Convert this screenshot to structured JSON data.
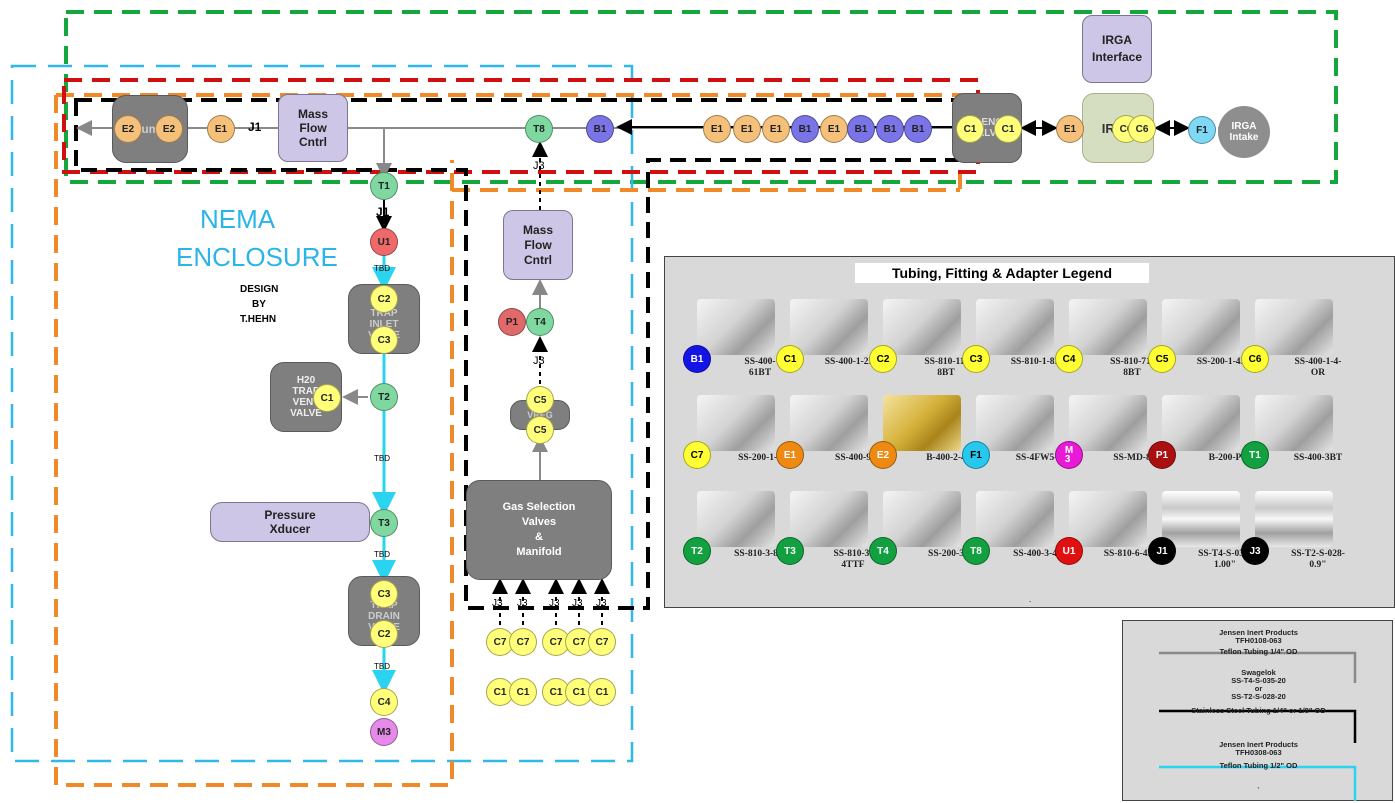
{
  "enclosure": {
    "title_1": "NEMA",
    "title_2": "ENCLOSURE",
    "design_1": "DESIGN",
    "design_2": "BY",
    "design_3": "T.HEHN"
  },
  "boxes": {
    "pump": "Pump",
    "mass_flow_top": "Mass\nFlow\nCntrl",
    "solenoid": "SOLENOID\nVALVE",
    "irga_interface": "IRGA\nInterface",
    "irga": "IRGA",
    "irga_intake": "IRGA\nIntake",
    "h2o_trap_inlet": "H2O\nTRAP\nINLET\nVALVE",
    "h2o_trap_vent": "H20\nTRAP\nVENT\nVALVE",
    "pressure": "Pressure\nXducer",
    "h2o_trap_drain": "H2O\nTRAP\nDRAIN\nVALVE",
    "mass_flow_mid": "Mass\nFlow\nCntrl",
    "vreg": "VREG",
    "gas_selection": "Gas Selection\nValves\n&\nManifold"
  },
  "labels": {
    "j1_top": "J1",
    "j1_mid": "J1",
    "j3_t8": "J3",
    "j3_mid": "J3",
    "tbd_1": "TBD",
    "tbd_2": "TBD",
    "tbd_3": "TBD",
    "tbd_4": "TBD",
    "j3_bottom": [
      "J3",
      "J3",
      "J3",
      "J3",
      "J3"
    ]
  },
  "top_row_nodes": [
    "E2",
    "E2",
    "E1",
    "T8",
    "B1",
    "E1",
    "E1",
    "E1",
    "B1",
    "E1",
    "B1",
    "B1",
    "B1",
    "C1",
    "C1",
    "E1",
    "C6",
    "C6",
    "F1"
  ],
  "column_nodes": [
    "T1",
    "U1",
    "C2",
    "C3",
    "T2",
    "C1",
    "T3",
    "C3",
    "C2",
    "C4",
    "M3"
  ],
  "mid_column_nodes": [
    "P1",
    "T4",
    "C5",
    "C5"
  ],
  "bottom_nodes": {
    "row_c7": [
      "C7",
      "C7",
      "C7",
      "C7",
      "C7"
    ],
    "row_c1": [
      "C1",
      "C1",
      "C1",
      "C1",
      "C1"
    ]
  },
  "legend": {
    "title": "Tubing, Fitting & Adapter Legend",
    "items": [
      {
        "code": "B1",
        "part": "SS-400-\n61BT",
        "color": "#1414e6",
        "text": "#fff"
      },
      {
        "code": "C1",
        "part": "SS-400-1-2BT",
        "color": "#ffff33",
        "text": "#000"
      },
      {
        "code": "C2",
        "part": "SS-810-11-\n8BT",
        "color": "#ffff33",
        "text": "#000"
      },
      {
        "code": "C3",
        "part": "SS-810-1-8BT",
        "color": "#ffff33",
        "text": "#000"
      },
      {
        "code": "C4",
        "part": "SS-810-71-\n8BT",
        "color": "#ffff33",
        "text": "#000"
      },
      {
        "code": "C5",
        "part": "SS-200-1-4BT",
        "color": "#ffff33",
        "text": "#000"
      },
      {
        "code": "C6",
        "part": "SS-400-1-4-\nOR",
        "color": "#ffff33",
        "text": "#000"
      },
      {
        "code": "C7",
        "part": "SS-200-1-2",
        "color": "#ffff33",
        "text": "#000"
      },
      {
        "code": "E1",
        "part": "SS-400-9",
        "color": "#ee8a12",
        "text": "#fff"
      },
      {
        "code": "E2",
        "part": "B-400-2-4",
        "color": "#ee8a12",
        "text": "#fff"
      },
      {
        "code": "F1",
        "part": "SS-4FW5-2",
        "color": "#26c8ee",
        "text": "#000"
      },
      {
        "code": "M\n3",
        "part": "SS-MD-8",
        "color": "#e81ad8",
        "text": "#fff"
      },
      {
        "code": "P1",
        "part": "B-200-P",
        "color": "#aa1010",
        "text": "#fff"
      },
      {
        "code": "T1",
        "part": "SS-400-3BT",
        "color": "#12a040",
        "text": "#fff"
      },
      {
        "code": "T2",
        "part": "SS-810-3-8-4",
        "color": "#12a040",
        "text": "#fff"
      },
      {
        "code": "T3",
        "part": "SS-810-3-\n4TTF",
        "color": "#12a040",
        "text": "#fff"
      },
      {
        "code": "T4",
        "part": "SS-200-3",
        "color": "#12a040",
        "text": "#fff"
      },
      {
        "code": "T8",
        "part": "SS-400-3-4-2",
        "color": "#12a040",
        "text": "#fff"
      },
      {
        "code": "U1",
        "part": "SS-810-6-4BT",
        "color": "#e01010",
        "text": "#fff"
      },
      {
        "code": "J1",
        "part": "SS-T4-S-035-\n1.00\"",
        "color": "#000000",
        "text": "#fff"
      },
      {
        "code": "J3",
        "part": "SS-T2-S-028-\n0.9\"",
        "color": "#000000",
        "text": "#fff"
      }
    ],
    "footnote": "."
  },
  "tubing_key": {
    "a_1": "Jensen Inert Products",
    "a_2": "TFH0108-063",
    "a_3": "Teflon Tubing 1/4\" OD",
    "b_1": "Swagelok",
    "b_2": "SS-T4-S-035-20",
    "b_3": "or",
    "b_4": "SS-T2-S-028-20",
    "b_5": "Stainless Steel Tubing 1/4\" or 1/8\" OD",
    "c_1": "Jensen Inert Products",
    "c_2": "TFH0308-063",
    "c_3": "Teflon Tubing 1/2\" OD",
    "footnote": "`"
  },
  "colors": {
    "E": "#f5c07a",
    "B": "#7a74e6",
    "T": "#7fd8a0",
    "C": "#ffff7a",
    "U": "#ee6a6a",
    "F": "#7fd8f5",
    "M": "#e58ae8",
    "P": "#e06a6a",
    "teal": "#2ad4f0",
    "green_dash": "#14a83c",
    "red_dash": "#d01010",
    "orange_dash": "#f08a28",
    "blue_dash": "#30b8e8"
  }
}
